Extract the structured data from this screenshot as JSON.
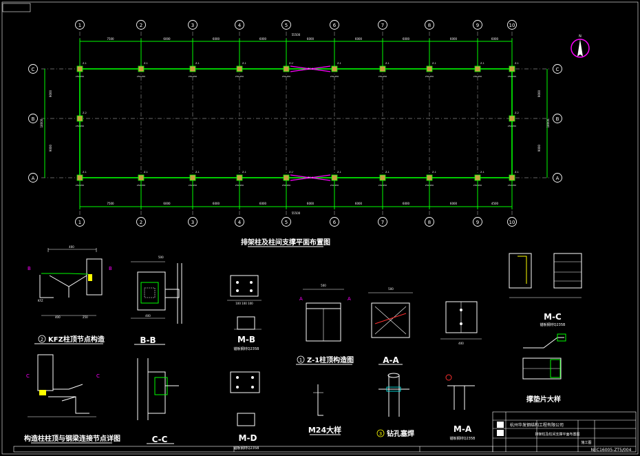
{
  "plan": {
    "title": "排架柱及柱间支撑平面布置图",
    "columns": [
      "1",
      "2",
      "3",
      "4",
      "5",
      "6",
      "7",
      "8",
      "9",
      "10"
    ],
    "rows": [
      "C",
      "B",
      "A"
    ],
    "total_dim": "55500",
    "bay_dims": [
      "7500",
      "6000",
      "6000",
      "6000",
      "6000",
      "6000",
      "6000",
      "6000",
      "6000"
    ],
    "bay_dims_bottom": [
      "7500",
      "6000",
      "6000",
      "6000",
      "6000",
      "6000",
      "6000",
      "6000",
      "4500"
    ],
    "row_dims": [
      "9000",
      "9000"
    ],
    "total_row_dim": "18000",
    "col_tags": [
      "Z-1",
      "Z-1",
      "Z-1",
      "Z-1",
      "Z-1'",
      "Z-1",
      "Z-1",
      "Z-1",
      "Z-1",
      "Z-1"
    ],
    "mid_tag": "Z-2",
    "brace_tag": "ZC-1",
    "tag_dims": "250 250"
  },
  "details": {
    "kfz_title": "KFZ柱顶节点构造",
    "kfz_num": "2",
    "bb_title": "B-B",
    "mb_title": "M-B",
    "mb_note": "锚板钢材Q235B",
    "z1_title": "Z-1柱顶构造图",
    "z1_num": "1",
    "aa_title": "A-A",
    "mc_title": "M-C",
    "mc_note": "锚板钢材Q235B",
    "gusset_title": "撑垫片大样",
    "beam_title": "构造柱柱顶与钢梁连接节点详图",
    "cc_title": "C-C",
    "md_title": "M-D",
    "md_note": "锚板钢材Q235B",
    "m24_title": "M24大样",
    "hole_title": "钻孔塞焊",
    "hole_num": "3",
    "ma_title": "M-A",
    "ma_note": "锚板钢材Q235B"
  },
  "title_block": {
    "company": "杭州华发钢结构工程有限公司",
    "drawing": "排架柱及柱间支撑平面布置图",
    "number": "NEC16005-ZT5/004",
    "stage": "施工图"
  }
}
